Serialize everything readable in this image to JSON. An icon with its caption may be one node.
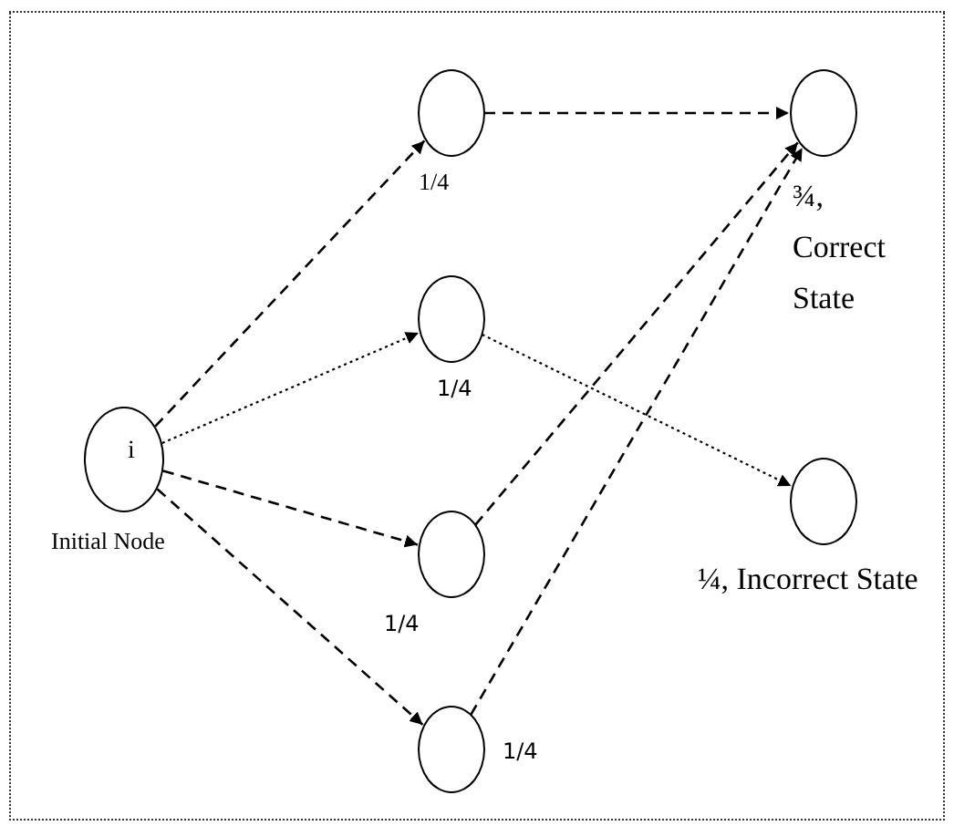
{
  "diagram": {
    "nodes": [
      {
        "text": [
          "i"
        ],
        "beside": [
          "Initial Node"
        ]
      },
      {
        "text": [],
        "shape": "circle",
        "beside": [
          "1/4"
        ]
      },
      {
        "text": [],
        "shape": "circle",
        "beside": [
          "1/4"
        ]
      },
      {
        "text": [],
        "shape": "circle",
        "beside": [
          "1/4"
        ]
      },
      {
        "text": [],
        "shape": "circle",
        "beside": [
          "1/4"
        ]
      },
      {
        "text": [],
        "shape": "circle",
        "beside": [
          "¾, Correct State"
        ]
      },
      {
        "text": [],
        "shape": "circle",
        "beside": [
          "¼, Incorrect State"
        ]
      }
    ],
    "edges": [
      {
        "from": 0,
        "to": 1,
        "arrow": "to",
        "style": "dashed"
      },
      {
        "from": 0,
        "to": 2,
        "arrow": "to"
      },
      {
        "from": 0,
        "to": 3,
        "arrow": "to",
        "style": "dashed"
      },
      {
        "from": 0,
        "to": 4,
        "arrow": "to",
        "style": "dashed"
      },
      {
        "from": 1,
        "to": 5,
        "arrow": "to",
        "style": "dashed"
      },
      {
        "from": 3,
        "to": 5,
        "arrow": "to",
        "style": "dashed"
      },
      {
        "from": 4,
        "to": 5,
        "arrow": "to",
        "style": "dashed"
      },
      {
        "from": 2,
        "to": 6,
        "arrow": "to"
      }
    ]
  }
}
